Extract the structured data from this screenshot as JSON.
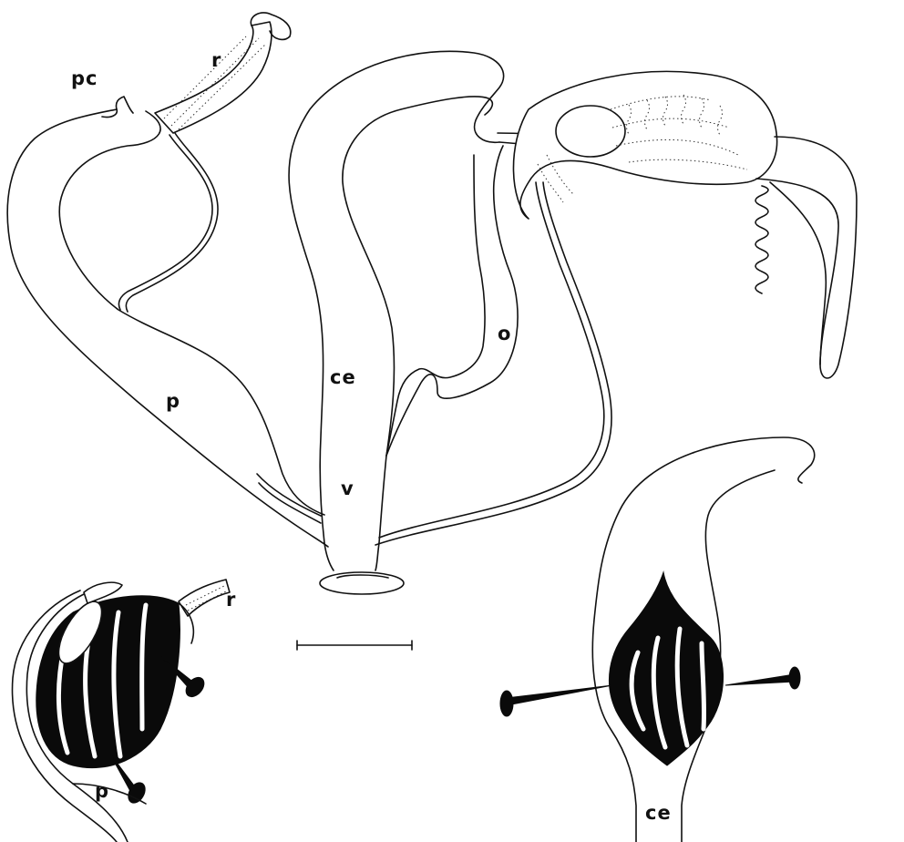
{
  "labels": {
    "pc": "pc",
    "r_main": "r",
    "ce_main": "ce",
    "o": "o",
    "p_main": "p",
    "v": "v",
    "r_detail": "r",
    "p_detail": "p",
    "ce_detail": "ce"
  }
}
